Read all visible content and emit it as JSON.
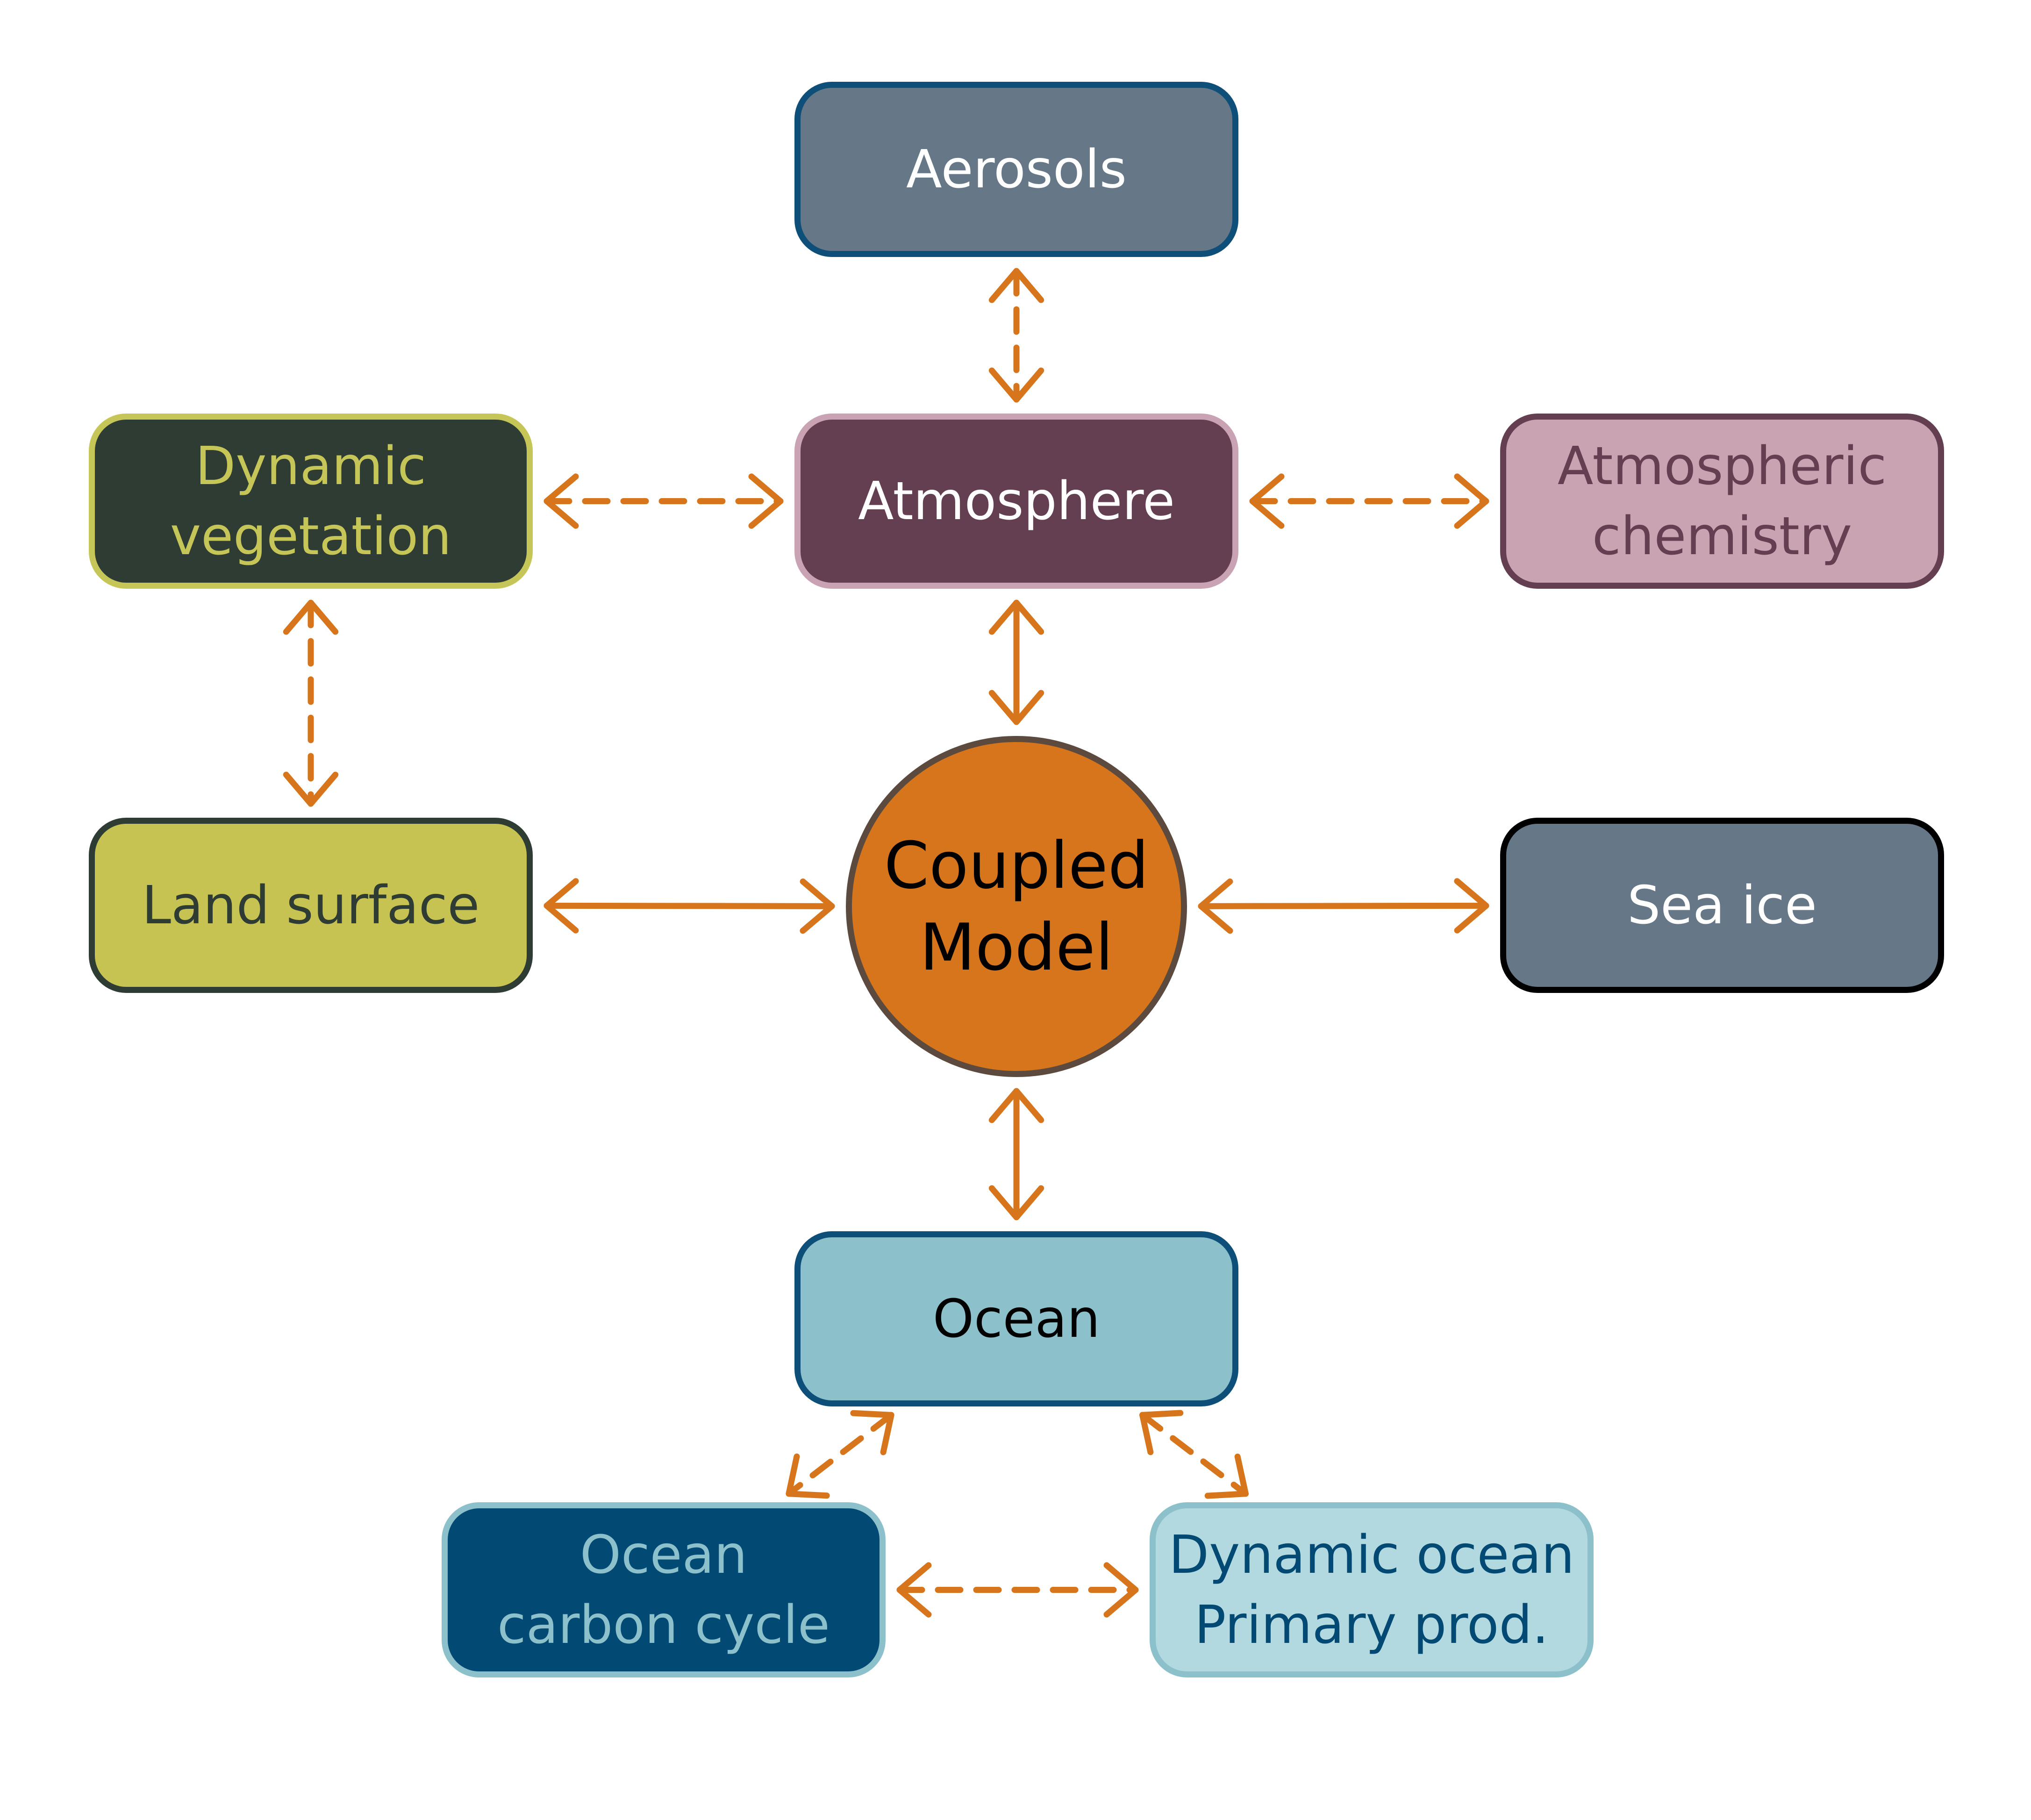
{
  "nodes": {
    "aerosols": {
      "label": "Aerosols",
      "fill": "#667788",
      "border": "#0d4f78",
      "text": "#ffffff"
    },
    "atmosphere": {
      "label": "Atmosphere",
      "fill": "#643e51",
      "border": "#c9a3b3",
      "text": "#ffffff"
    },
    "dynamic_vegetation": {
      "label": "Dynamic\nvegetation",
      "fill": "#2f3c34",
      "border": "#c6c557",
      "text": "#c6c557"
    },
    "atmospheric_chemistry": {
      "label": "Atmospheric\nchemistry",
      "fill": "#c9a3b1",
      "border": "#643e51",
      "text": "#643e51"
    },
    "land_surface": {
      "label": "Land surface",
      "fill": "#c6c353",
      "border": "#2f3c34",
      "text": "#2f3c34"
    },
    "coupled_model": {
      "label": "Coupled\nModel",
      "fill": "#d6751b",
      "border": "#5b4a3d",
      "text": "#000000"
    },
    "sea_ice": {
      "label": "Sea ice",
      "fill": "#667788",
      "border": "#000000",
      "text": "#ffffff"
    },
    "ocean": {
      "label": "Ocean",
      "fill": "#8cc0ca",
      "border": "#0d4f78",
      "text": "#000000"
    },
    "ocean_carbon_cycle": {
      "label": "Ocean\ncarbon cycle",
      "fill": "#024a74",
      "border": "#8cc0ca",
      "text": "#8cc0ca"
    },
    "dynamic_ocean_pp": {
      "label": "Dynamic ocean\nPrimary prod.",
      "fill": "#b2d9df",
      "border": "#8cc0ca",
      "text": "#024a74"
    }
  },
  "connector_color": "#d6751b",
  "links": [
    {
      "from": "aerosols",
      "to": "atmosphere",
      "style": "dashed"
    },
    {
      "from": "dynamic_vegetation",
      "to": "atmosphere",
      "style": "dashed"
    },
    {
      "from": "atmosphere",
      "to": "atmospheric_chemistry",
      "style": "dashed"
    },
    {
      "from": "dynamic_vegetation",
      "to": "land_surface",
      "style": "dashed"
    },
    {
      "from": "atmosphere",
      "to": "coupled_model",
      "style": "solid"
    },
    {
      "from": "land_surface",
      "to": "coupled_model",
      "style": "solid"
    },
    {
      "from": "coupled_model",
      "to": "sea_ice",
      "style": "solid"
    },
    {
      "from": "coupled_model",
      "to": "ocean",
      "style": "solid"
    },
    {
      "from": "ocean",
      "to": "ocean_carbon_cycle",
      "style": "dashed"
    },
    {
      "from": "ocean",
      "to": "dynamic_ocean_pp",
      "style": "dashed"
    },
    {
      "from": "ocean_carbon_cycle",
      "to": "dynamic_ocean_pp",
      "style": "dashed"
    }
  ]
}
